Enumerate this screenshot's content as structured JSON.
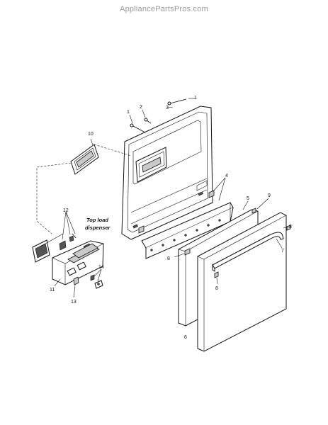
{
  "watermark": "AppliancePartsPros.com",
  "diagram": {
    "note_line1": "Top load",
    "note_line2": "dispenser",
    "callouts": {
      "c1a": "1",
      "c1b": "1",
      "c2": "2",
      "c3": "3",
      "c4": "4",
      "c5": "5",
      "c6": "6",
      "c7": "7",
      "c8a": "8",
      "c8b": "8",
      "c8c": "8",
      "c9": "9",
      "c10": "10",
      "c11": "11",
      "c12": "12",
      "c13": "13",
      "c14": "14"
    }
  }
}
